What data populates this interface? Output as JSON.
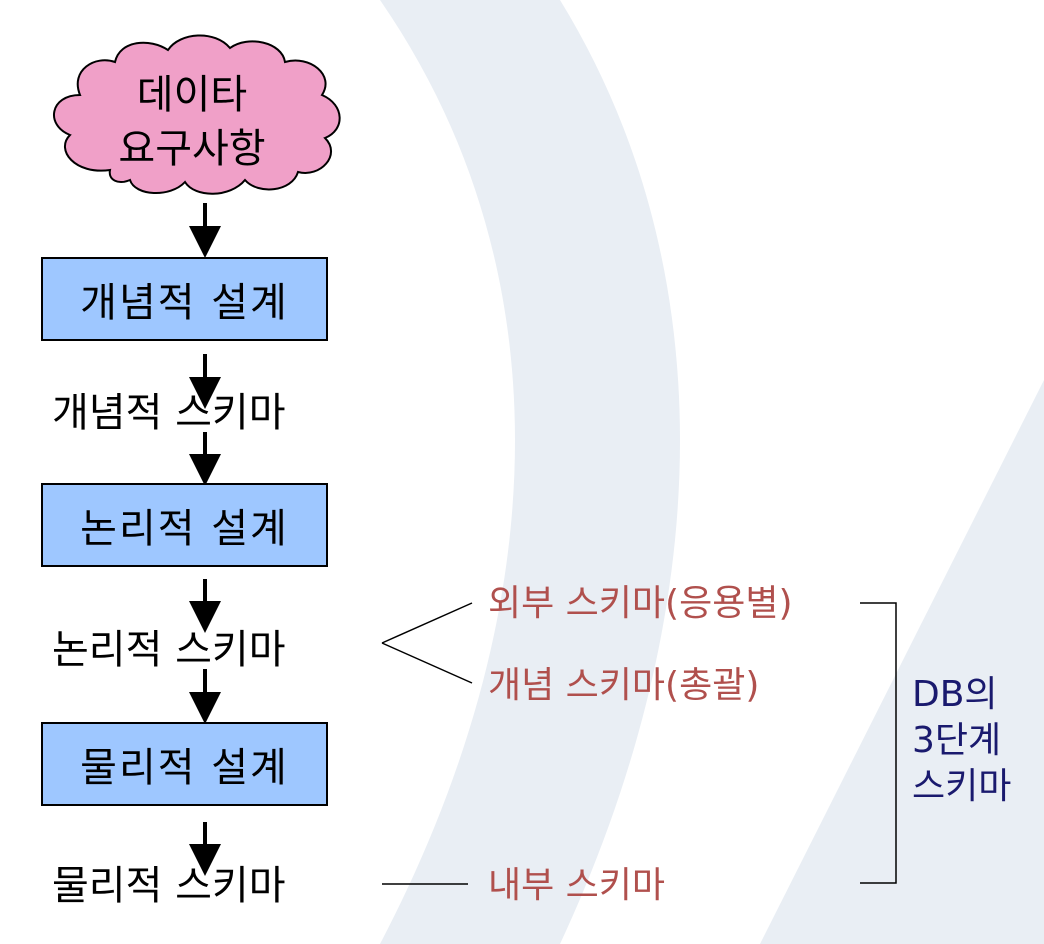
{
  "cloud": {
    "line1": "데이타",
    "line2": "요구사항"
  },
  "steps": [
    {
      "box": "개념적 설계",
      "output": "개념적 스키마"
    },
    {
      "box": "논리적 설계",
      "output": "논리적 스키마"
    },
    {
      "box": "물리적 설계",
      "output": "물리적 스키마"
    }
  ],
  "branches": {
    "external": "외부 스키마(응용별)",
    "conceptual": "개념 스키마(총괄)",
    "internal": "내부 스키마"
  },
  "bracket_label": {
    "line1": "DB의",
    "line2": "3단계",
    "line3": "스키마"
  },
  "colors": {
    "cloud_fill": "#f0a0c8",
    "box_fill": "#9ec7ff",
    "branch_text": "#b0504d",
    "bracket_text": "#1a1a6e",
    "background_deco": "#e9eef4"
  }
}
